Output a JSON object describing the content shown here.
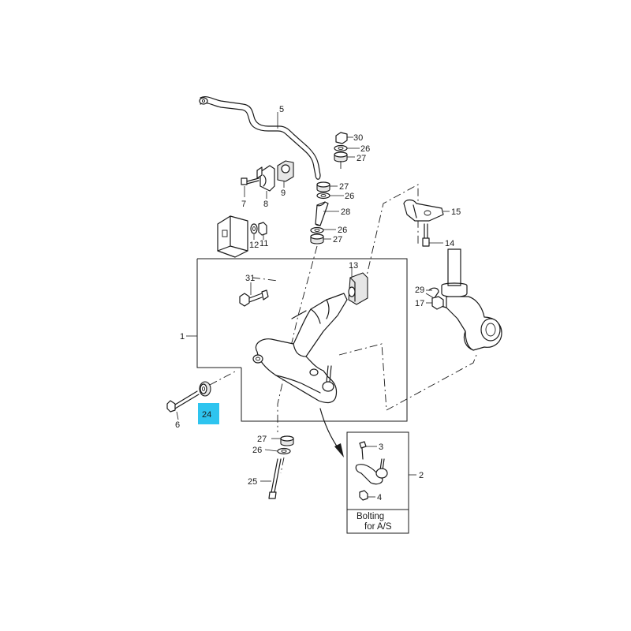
{
  "labels": {
    "p1": "1",
    "p2": "2",
    "p3": "3",
    "p4": "4",
    "p5": "5",
    "p6": "6",
    "p7": "7",
    "p8": "8",
    "p9": "9",
    "p11": "11",
    "p12": "12",
    "p13": "13",
    "p14": "14",
    "p15": "15",
    "p17": "17",
    "p24": "24",
    "p25": "25",
    "p26_top": "26",
    "p26_mid": "26",
    "p26_low": "26",
    "p26_bottom": "26",
    "p27_top": "27",
    "p27_mid": "27",
    "p27_low": "27",
    "p27_bottom": "27",
    "p28": "28",
    "p29": "29",
    "p30": "30",
    "p31": "31"
  },
  "inset": {
    "note_line1": "Bolting",
    "note_line2": "for  A/S"
  },
  "colors": {
    "highlight": "#2ec4ef",
    "line": "#1a1a1a"
  }
}
